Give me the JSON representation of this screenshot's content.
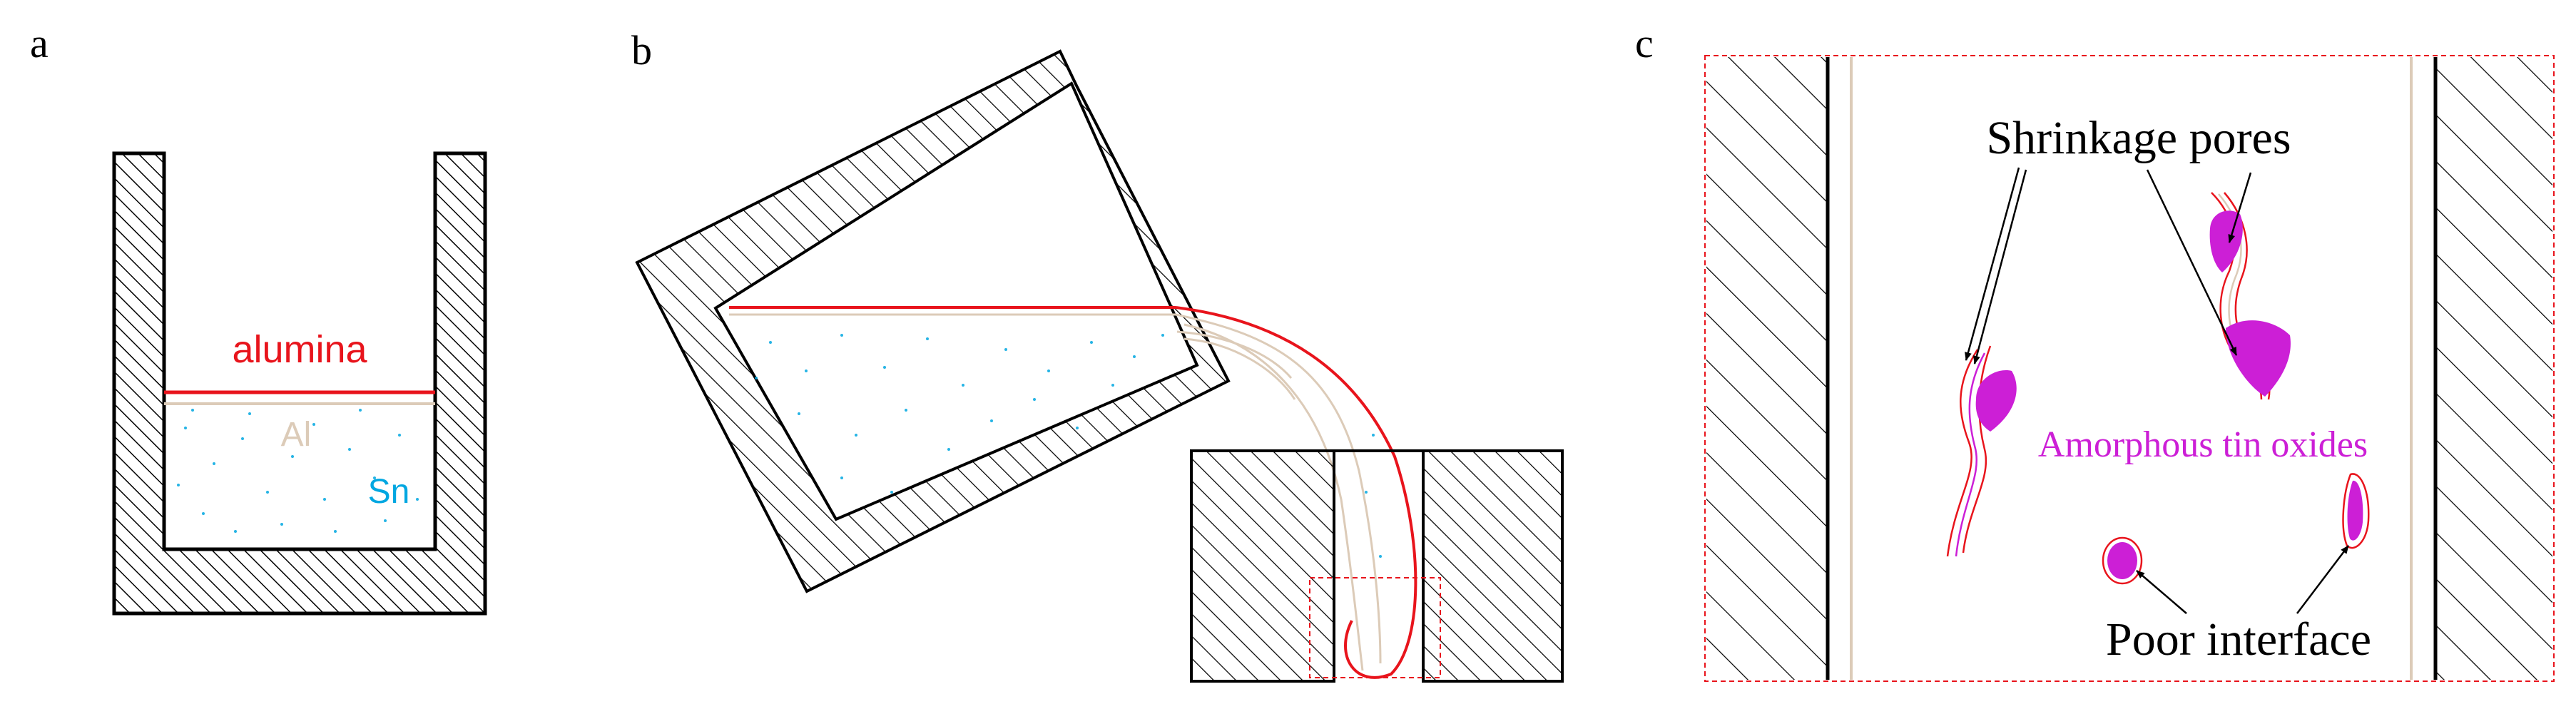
{
  "colors": {
    "ink": "#000000",
    "alumina": "#e8141c",
    "aluminum": "#dccbb8",
    "tin": "#00a7e1",
    "oxide": "#cc1fd6",
    "frame": "#e8141c"
  },
  "panels": {
    "a": {
      "letter": "a",
      "labels": {
        "alumina": "alumina",
        "al": "Al",
        "sn": "Sn"
      }
    },
    "b": {
      "letter": "b"
    },
    "c": {
      "letter": "c",
      "labels": {
        "shrinkage": "Shrinkage pores",
        "oxides": "Amorphous tin oxides",
        "interface": "Poor interface"
      }
    }
  }
}
